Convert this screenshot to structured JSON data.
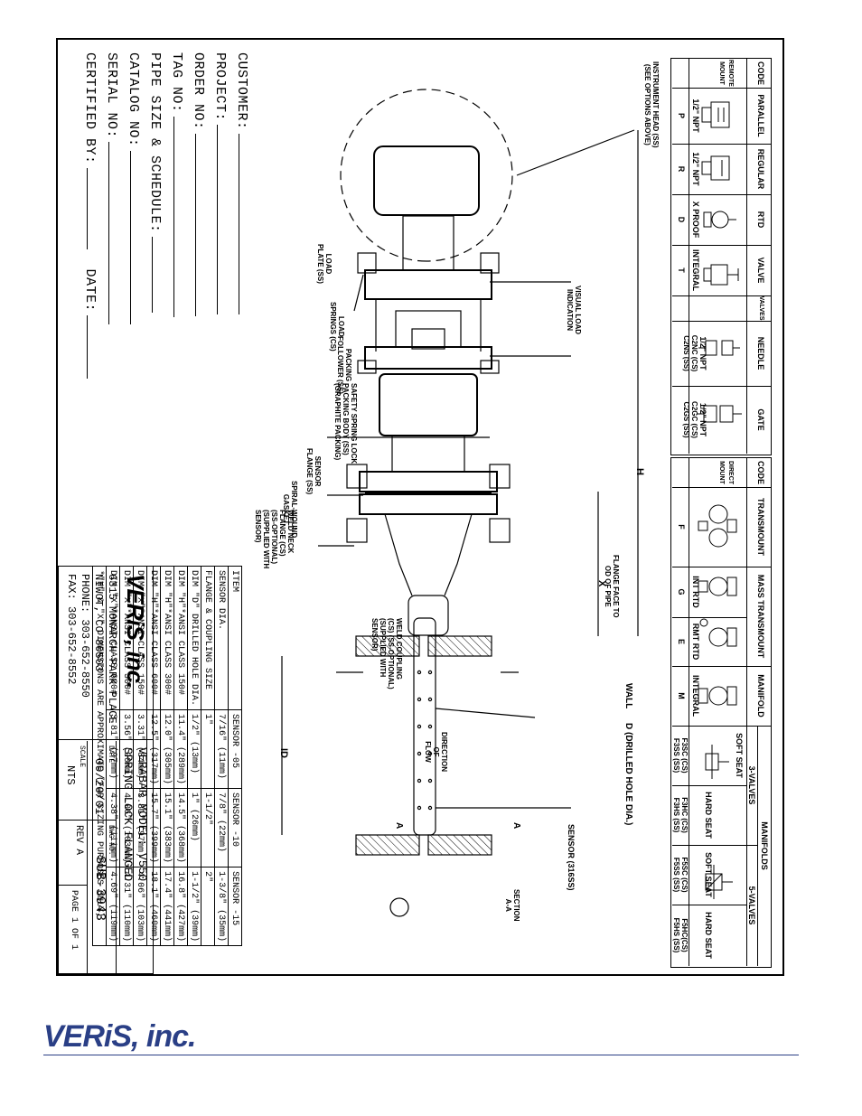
{
  "customer_block": {
    "customer": "CUSTOMER:",
    "project": "PROJECT:",
    "order_no": "ORDER NO:",
    "tag_no": "TAG NO:",
    "pipe_size": "PIPE SIZE & SCHEDULE:",
    "catalog_no": "CATALOG NO:",
    "serial_no": "SERIAL NO:",
    "certified_by": "CERTIFIED BY:",
    "date": "DATE:"
  },
  "remote_mount": {
    "code_header": "CODE",
    "type_header": "REMOTE MOUNT",
    "types": [
      "PARALLEL",
      "REGULAR",
      "RTD",
      "INTEGRAL"
    ],
    "sizes": [
      "1/2\" NPT",
      "1/2\" NPT",
      "X PROOF",
      ""
    ],
    "codes": [
      "P",
      "R",
      "D",
      "T"
    ],
    "valve_header": "VALVE",
    "valves_header": "VALVES",
    "needle": "NEEDLE",
    "gate": "GATE",
    "needle_size": "1/2\" NPT",
    "gate_size": "1/2\" NPT",
    "needle_codes": "C2NC (CS)\nC2NS (SS)",
    "gate_codes": "C2GC (CS)\nC2GS (SS)"
  },
  "direct_mount": {
    "code_header": "CODE",
    "type_header": "DIRECT MOUNT",
    "transmount": "TRANSMOUNT",
    "mass_transmount": "MASS TRANSMOUNT",
    "int_rtd": "INT RTD",
    "rmt_rtd": "RMT RTD",
    "manifold": "MANIFOLD",
    "integral": "INTEGRAL",
    "manifolds": "MANIFOLDS",
    "three_valves": "3-VALVES",
    "five_valves": "5-VALVES",
    "soft_seat": "SOFT SEAT",
    "hard_seat": "HARD SEAT",
    "codes": [
      "F",
      "G",
      "E",
      "M"
    ],
    "mf_codes": [
      "F3SC (CS)\nF3SS (SS)",
      "F3HC (CS)\nF3HS (SS)",
      "F5SC (CS)\nF5SS (SS)",
      "F5HC(CS)\nF5HS (SS)"
    ]
  },
  "callouts": {
    "instrument_head": "INSTRUMENT HEAD (SS)\n(SEE OPTIONS ABOVE)",
    "visual_load": "VISUAL LOAD\nINDICATION",
    "load_plate": "LOAD\nPLATE (SS)",
    "load_springs": "LOAD\nSPRINGS (CS)",
    "packing_follower": "PACKING\nFOLLOWER (SS)",
    "safety_spring": "SAFETY SPRING LOCK\nPACKING BODY (SS)\n(GRAPHITE PACKING)",
    "sensor_flange": "SENSOR\nFLANGE (SS)",
    "spiral_gasket": "SPIRAL-WOUND\nGASKET",
    "weld_neck": "WELD NECK\nFLANGE (CS)\n(SS-OPTIONAL)\n(SUPPLIED WITH\nSENSOR)",
    "flange_face": "FLANGE FACE TO\nOD OF PIPE",
    "weld_coupling": "WELD COUPLING\n(CS) (SS-OPTIONAL)\n(SUPPLIED WITH\nSENSOR)",
    "wall": "WALL",
    "drilled_hole": "D (DRILLED HOLE DIA.)",
    "direction_flow": "DIRECTION\nOF\nFLOW",
    "sensor_316": "SENSOR (316SS)",
    "section": "SECTION\nA-A",
    "dim_h": "H",
    "dim_x": "X",
    "dim_id": "ID",
    "a_mark": "A"
  },
  "dimension_table": {
    "headers": [
      "ITEM",
      "SENSOR -05",
      "SENSOR -10",
      "SENSOR -15"
    ],
    "rows": [
      [
        "SENSOR DIA.",
        "7/16\" (11mm)",
        "7/8\" (22mm)",
        "1-3/8\" (35mm)"
      ],
      [
        "FLANGE & COUPLING SIZE",
        "1\"",
        "1-1/2\"",
        "2\""
      ],
      [
        "DIM \"D\" DRILLED HOLE DIA.",
        "1/2\" (13mm)",
        "1\" (26mm)",
        "1-1/2\" (39mm)"
      ],
      [
        "DIM \"H\"*ANSI CLASS 150#",
        "11.4\" (289mm)",
        "14.5\" (368mm)",
        "16.8\" (427mm)"
      ],
      [
        "DIM \"H\"*ANSI CLASS 300#",
        "12.0\" (305mm)",
        "15.1\" (383mm)",
        "17.4\" (441mm)"
      ],
      [
        "DIM \"H\"*ANSI CLASS 600#",
        "12.5\" (317mm)",
        "15.7\" (399mm)",
        "18.1\" (460mm)"
      ],
      [
        "DIM \"X\"*ANSI CLASS 150#",
        "3.31\" (84mm)",
        "3.81\" (97mm)",
        "4.06\" (103mm)"
      ],
      [
        "DIM \"X\"*ANSI CLASS 300#",
        "3.56\" (90mm)",
        "4.06\" (103mm)",
        "4.31\" (110mm)"
      ],
      [
        "DIM \"X\"*ANSI CLASS 600#",
        "3.81\" (97mm)",
        "4.38\" (111mm)",
        "4.69\" (119mm)"
      ]
    ],
    "footnote": "*\"H\" & \"X\" DIMENSIONS ARE APPROXIMATE (FOR SIZING PURPOSES ONLY)"
  },
  "title_block": {
    "company": "VERiS, inc.",
    "address1": "6315 MONARCH PARK PLACE",
    "address2": "NIWOT, CO 80503",
    "phone": "PHONE: 303-652-8550",
    "fax": "FAX: 303-652-8552",
    "model": "VERABAR MODEL: V550",
    "description": "SPRING LOCK FLANGED",
    "date_label": "DATE",
    "date": "09/20/01",
    "dwg_label": "DWG NO.",
    "dwg_no": "SUB-3943",
    "scale_label": "SCALE",
    "scale": "NTS",
    "rev": "REV A",
    "page": "PAGE 1  OF 1"
  },
  "footer": {
    "logo": "VERiS, inc."
  },
  "colors": {
    "brand": "#2a3f86"
  }
}
